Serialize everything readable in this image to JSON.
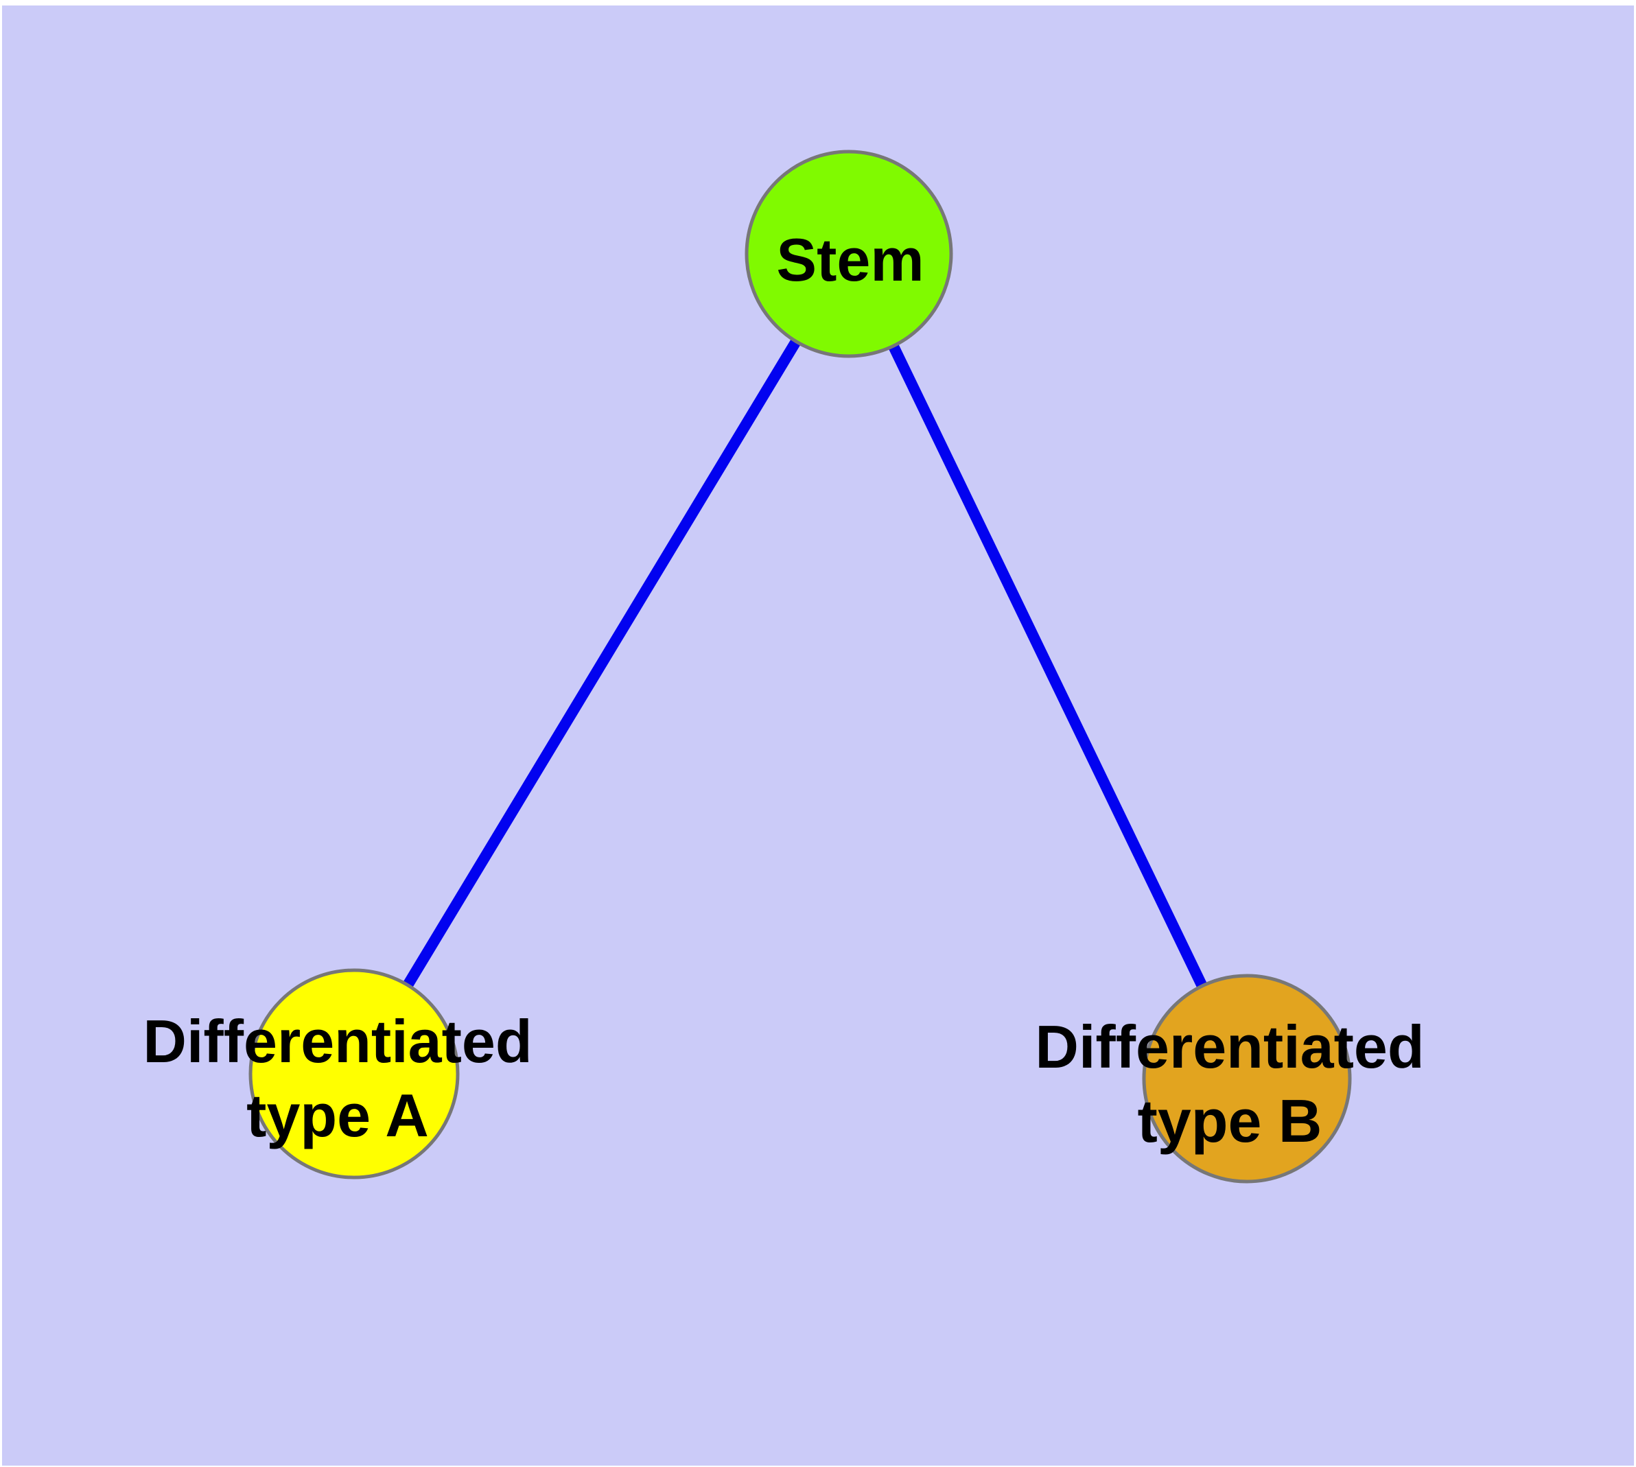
{
  "background": {
    "page_fill": "#FFFFFF",
    "plot_fill": "#CBCBF8"
  },
  "styles": {
    "edge_color": "#0202F0",
    "node_border_color": "#777777",
    "label_color": "#000000"
  },
  "nodes": {
    "stem": {
      "label": "Stem",
      "fill": "#80FA00"
    },
    "type_a": {
      "line1": "Differentiated",
      "line2": "type A",
      "full_label": "Differentiated type A",
      "fill": "#FFFF00"
    },
    "type_b": {
      "line1": "Differentiated",
      "line2": "type B",
      "full_label": "Differentiated type B",
      "fill": "#E2A41F"
    }
  },
  "edges": {
    "items": [
      {
        "from": "Stem",
        "to": "Differentiated type A"
      },
      {
        "from": "Stem",
        "to": "Differentiated type B"
      }
    ]
  }
}
